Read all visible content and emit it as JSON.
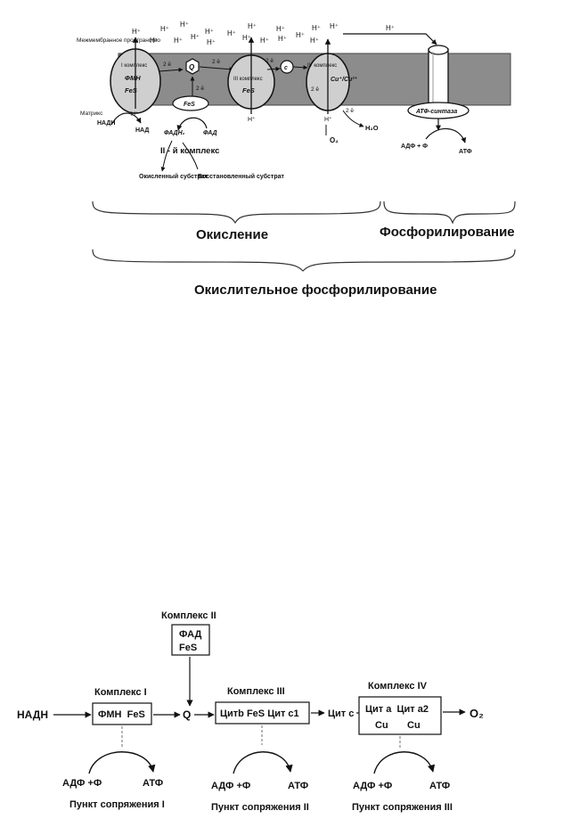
{
  "top_diagram": {
    "intermembrane_label": "Межмембранное пространство",
    "matrix_label": "Матрикс",
    "protons": "H⁺",
    "complex1": {
      "title": "I комплекс",
      "fmn": "ФМН",
      "fes": "FeS",
      "nadh": "НАДН",
      "nad": "НАД"
    },
    "q": "Q",
    "electrons": "2 ē",
    "complex2": {
      "fes": "FeS",
      "fadh2": "ФАДН₂",
      "fad": "ФАД",
      "title": "II - й комплекс",
      "oxidized": "Окисленный субстрат",
      "reduced": "Восстановленный субстрат"
    },
    "complex3": {
      "title": "III комплекс",
      "fes": "FeS"
    },
    "cyt_c": "c",
    "complex4": {
      "title": "IV комплекс",
      "cu": "Cu⁺/Cu²⁺",
      "o2": "O₂",
      "h2o": "H₂O"
    },
    "atp_synthase": {
      "title": "АТФ-синтаза",
      "adp": "АДФ + Ф",
      "atp": "АТФ"
    },
    "oxidation_label": "Окисление",
    "phosphorylation_label": "Фосфорилирование",
    "oxphos_label": "Окислительное фосфорилирование"
  },
  "bottom_diagram": {
    "complex2": {
      "title": "Комплекс II",
      "line1": "ФАД",
      "line2": "FeS"
    },
    "complex1": {
      "title": "Комплекс I",
      "content": "ФМН  FeS"
    },
    "complex3": {
      "title": "Комплекс III",
      "content": "Цитb FeS Цит c1"
    },
    "complex4": {
      "title": "Комплекс IV",
      "line1": "Цит a  Цит a2",
      "line2": "Cu       Cu"
    },
    "nadh": "НАДН",
    "q": "Q",
    "cyt_c": "Цит c",
    "o2": "O₂",
    "coupling": [
      {
        "adp": "АДФ +Ф",
        "atp": "АТФ",
        "label": "Пункт сопряжения I"
      },
      {
        "adp": "АДФ +Ф",
        "atp": "АТФ",
        "label": "Пункт сопряжения II"
      },
      {
        "adp": "АДФ +Ф",
        "atp": "АТФ",
        "label": "Пункт сопряжения III"
      }
    ]
  }
}
